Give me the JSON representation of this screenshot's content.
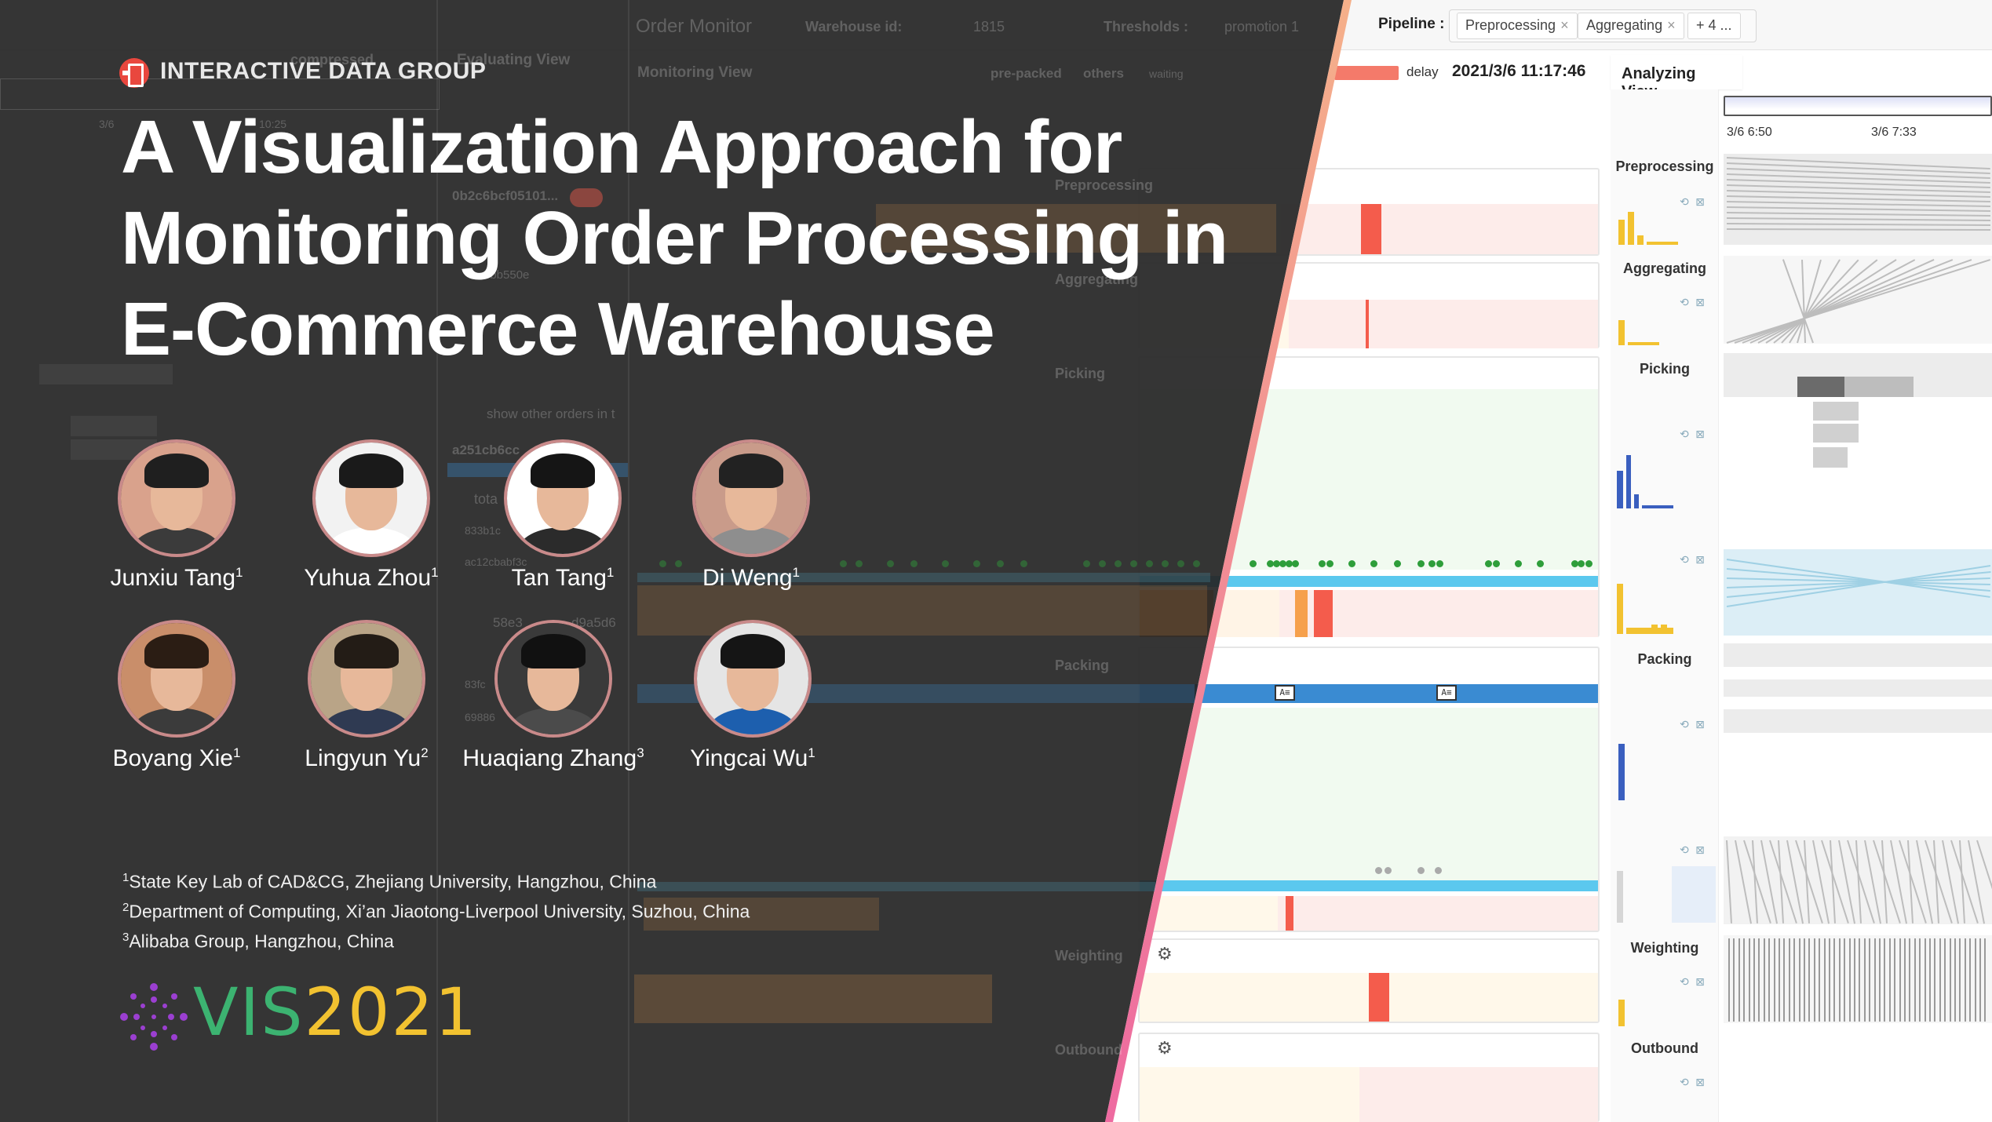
{
  "header": {
    "group_name": "INTERACTIVE DATA GROUP",
    "title_lines": [
      "A Visualization Approach for",
      "Monitoring Order Processing in",
      "E-Commerce Warehouse"
    ]
  },
  "authors": [
    {
      "name": "Junxiu Tang",
      "aff": "1"
    },
    {
      "name": "Yuhua Zhou",
      "aff": "1"
    },
    {
      "name": "Tan Tang",
      "aff": "1"
    },
    {
      "name": "Di Weng",
      "aff": "1"
    },
    {
      "name": "Boyang Xie",
      "aff": "1"
    },
    {
      "name": "Lingyun Yu",
      "aff": "2"
    },
    {
      "name": "Huaqiang Zhang",
      "aff": "3"
    },
    {
      "name": "Yingcai Wu",
      "aff": "1"
    }
  ],
  "affiliations": [
    {
      "num": "1",
      "text": "State Key Lab of CAD&CG, Zhejiang University, Hangzhou, China"
    },
    {
      "num": "2",
      "text": "Department of Computing, Xi’an Jiaotong-Liverpool University, Suzhou, China"
    },
    {
      "num": "3",
      "text": "Alibaba Group, Hangzhou, China"
    }
  ],
  "conference": {
    "prefix": "VIS",
    "year": "2021"
  },
  "app": {
    "title": "Order Monitor",
    "warehouse_label": "Warehouse id:",
    "warehouse_value": "1815",
    "thresholds_label": "Thresholds :",
    "thresholds_value": "promotion 1",
    "pipeline_label": "Pipeline :",
    "pipeline_tags": [
      "Preprocessing",
      "Aggregating"
    ],
    "pipeline_more": "+ 4 ...",
    "delay_label": "delay",
    "timestamp": "2021/3/6 11:17:46",
    "evaluating_view": "Evaluating View",
    "monitoring_view": "Monitoring View",
    "analyzing_view": "Analyzing View",
    "legend_prepacked": "pre-packed",
    "legend_others": "others",
    "legend_waiting": "waiting",
    "compressed": "compressed",
    "show_other_orders": "show other orders in t",
    "total": "tota",
    "order_ids": [
      "0b2c6bcf05101...",
      "8bb550e",
      "a251cb6cc",
      "833b1c",
      "ac12cbabf3c",
      "58e3",
      "d9a5d6",
      "83fc",
      "69886"
    ],
    "time_ticks": [
      "3/6 6:50",
      "3/6 7:33"
    ],
    "left_ticks": [
      "3/6",
      "10:25"
    ],
    "stages": [
      "Preprocessing",
      "Aggregating",
      "Picking",
      "Packing",
      "Weighting",
      "Outbound"
    ],
    "stage_controls": "⟲ ⊠",
    "note_icon": "A≡",
    "gear_icon": "gear-icon"
  },
  "colors": {
    "overlay": "#262626",
    "stripe_top": "#f5b08a",
    "stripe_bottom": "#ee6aa0",
    "vis_icon": "#9b3fd1",
    "vis_prefix": "#3cb371",
    "vis_year": "#f2c230",
    "orange": "#f6a04c",
    "red": "#f45c4c",
    "blue": "#3a8bd2",
    "cyan": "#5bc8ee",
    "green_dot": "#2e9e3a",
    "pale_red": "#fdecea",
    "pale_yellow": "#fff8ea",
    "pale_green": "#f1faf0"
  }
}
